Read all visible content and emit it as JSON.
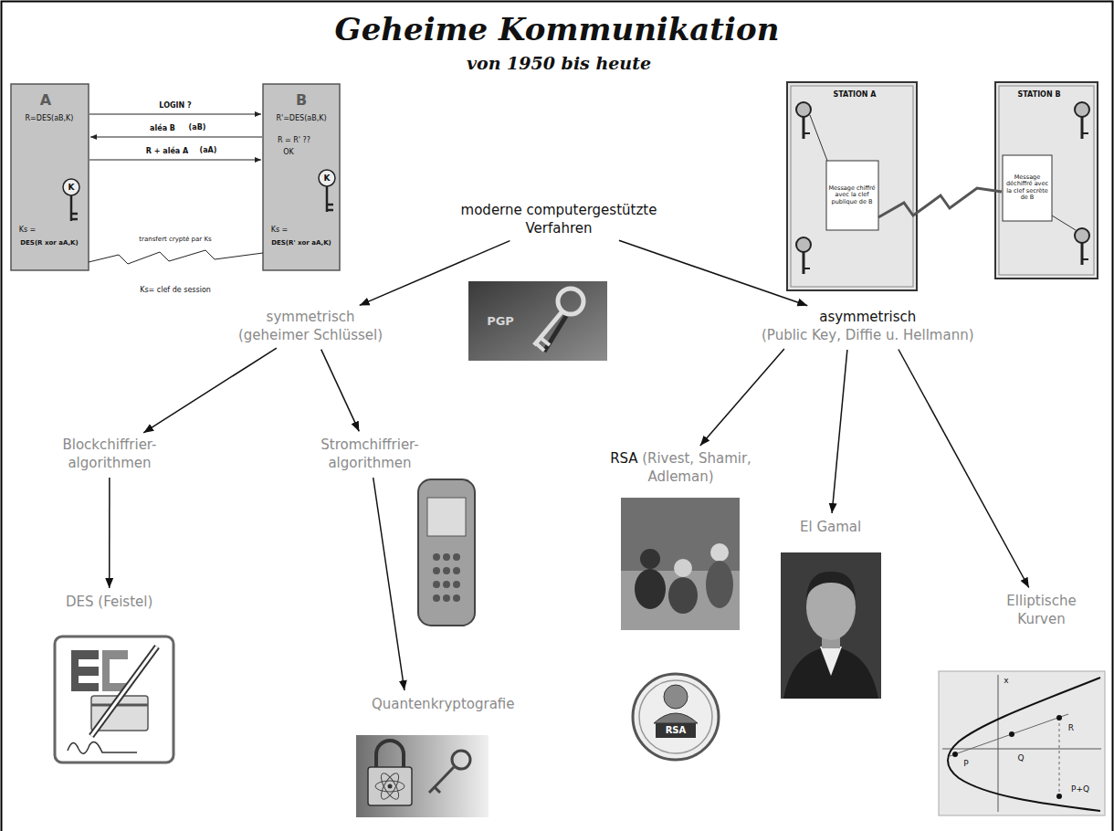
{
  "diagram": {
    "title": "Geheime Kommunikation",
    "nodes": [
      {
        "text": [
          "moderne computergestützte Verfahren"
        ]
      },
      {
        "text": [
          "symmetrisch",
          "(geheimer Schlüssel)"
        ]
      },
      {
        "text": [
          "asymmetrisch",
          "(Public Key, Diffie u. Hellmann)"
        ]
      },
      {
        "text": [
          "Blockchiffrier- algorithmen"
        ]
      },
      {
        "text": [
          "Stromchiffrier- algorithmen"
        ]
      },
      {
        "text": [
          "RSA",
          "(Rivest, Shamir, Adleman)"
        ]
      },
      {
        "text": [
          "El Gamal"
        ]
      },
      {
        "text": [
          "Elliptische Kurven"
        ]
      },
      {
        "text": [
          "DES (Feistel)"
        ]
      },
      {
        "text": [
          "Quantenkryptografie"
        ]
      }
    ],
    "edges": [
      {
        "from": 0,
        "to": 1,
        "arrow": "to"
      },
      {
        "from": 0,
        "to": 2,
        "arrow": "to"
      },
      {
        "from": 1,
        "to": 3,
        "arrow": "to"
      },
      {
        "from": 1,
        "to": 4,
        "arrow": "to"
      },
      {
        "from": 2,
        "to": 5,
        "arrow": "to"
      },
      {
        "from": 2,
        "to": 6,
        "arrow": "to"
      },
      {
        "from": 2,
        "to": 7,
        "arrow": "to"
      },
      {
        "from": 3,
        "to": 8,
        "arrow": "to"
      },
      {
        "from": 4,
        "to": 9,
        "arrow": "to"
      }
    ],
    "labels": [
      "von 1950 bis heute",
      "A",
      "B",
      "LOGIN ?",
      "aléa B",
      "(aB)",
      "R + aléa A",
      "(aA)",
      "R=DES(aB,K)",
      "R'=DES(aB,K)",
      "R = R' ??",
      "OK",
      "K",
      "K",
      "Ks =",
      "DES(R xor aA,K)",
      "transfert crypté par Ks",
      "Ks =",
      "DES(R' xor aA,K)",
      "Ks= clef de session",
      "STATION A",
      "Message chiffré avec la clef publique de B",
      "STATION B",
      "Message déchiffré avec la clef secrète de B",
      "PGP",
      "RSA",
      "x",
      "P",
      "Q",
      "R",
      "P+Q"
    ]
  }
}
